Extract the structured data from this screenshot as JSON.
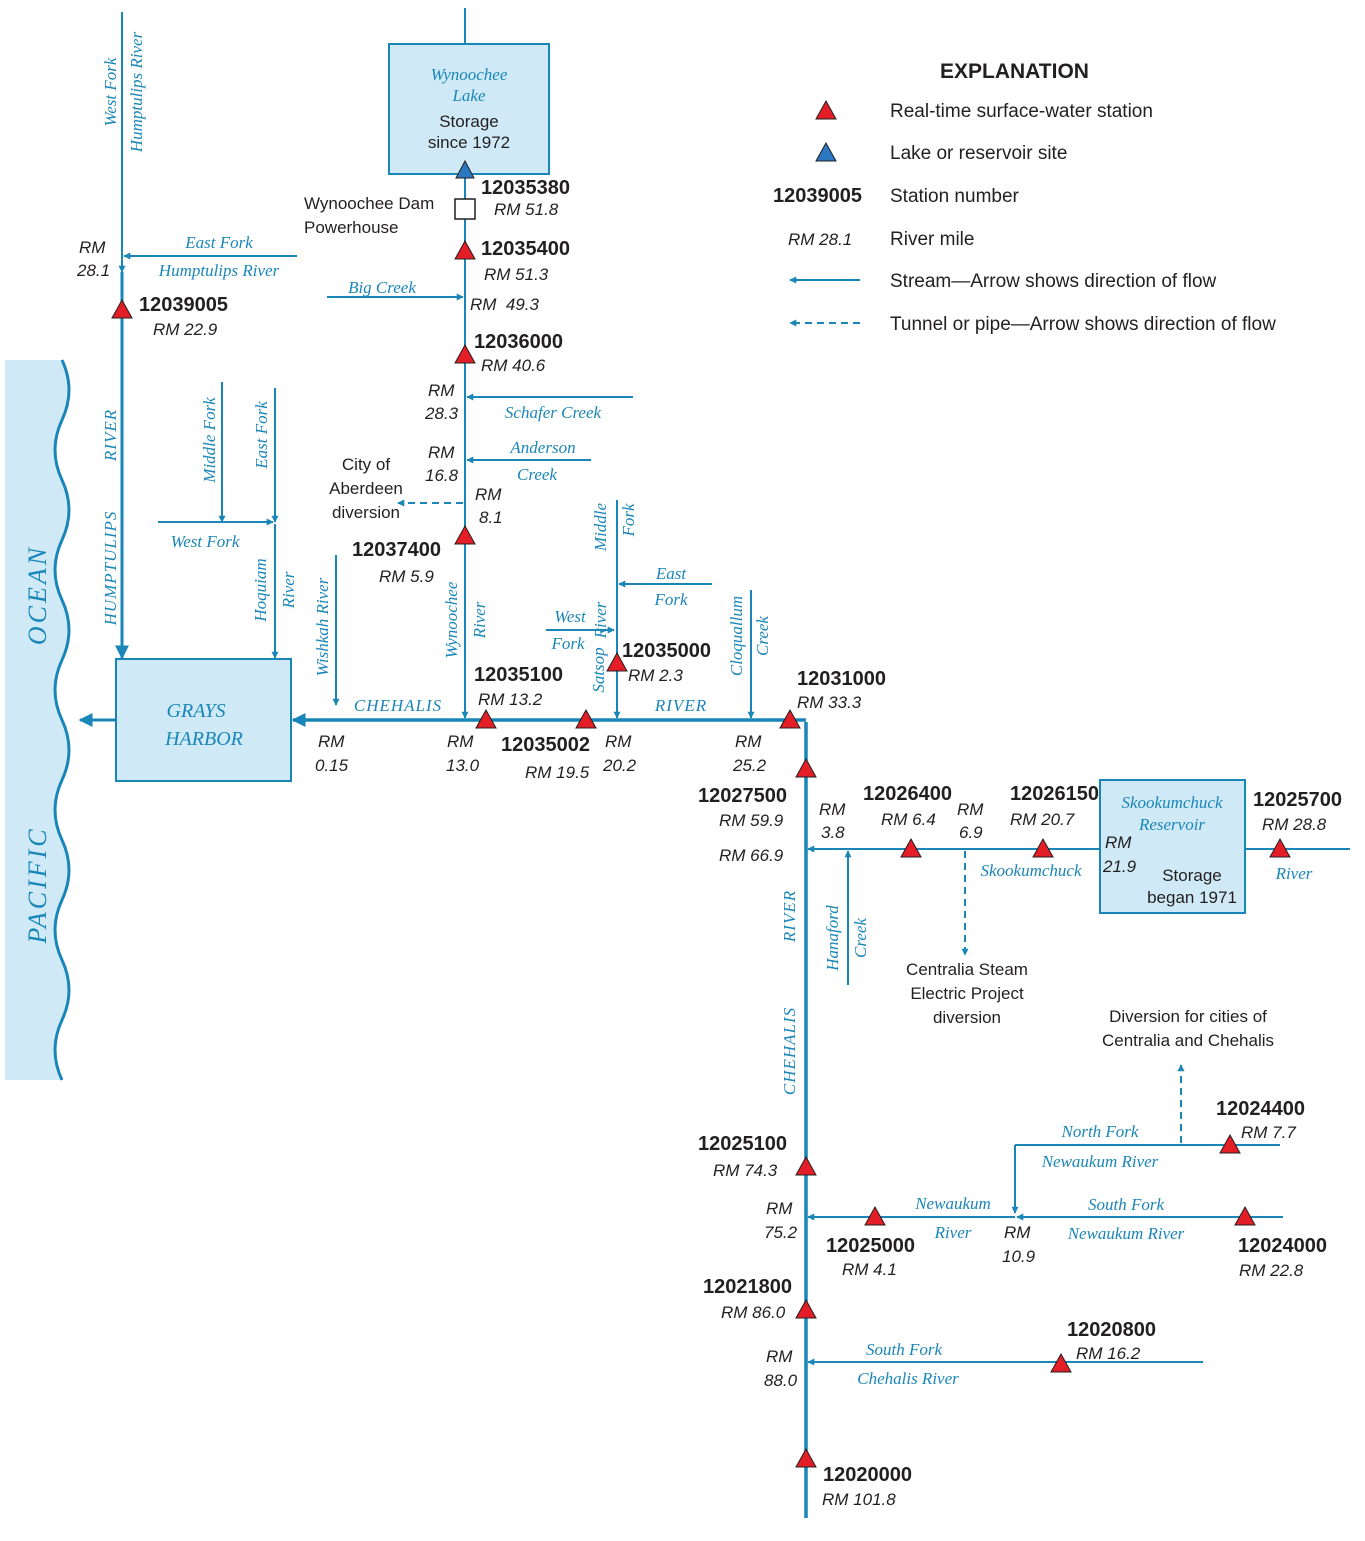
{
  "colors": {
    "water": "#1a86b8",
    "fill": "#cfeaf6",
    "station": "#e31e26",
    "lake_site": "#2b77c0",
    "text": "#231f20"
  },
  "legend": {
    "title": "EXPLANATION",
    "realtime": "Real-time surface-water station",
    "lake": "Lake or reservoir site",
    "station_example": "12039005",
    "station_number": "Station number",
    "rm_example": "RM 28.1",
    "river_mile": "River mile",
    "stream": "Stream—Arrow shows direction of flow",
    "tunnel": "Tunnel or pipe—Arrow shows direction of flow"
  },
  "water_bodies": {
    "pacific": "PACIFIC",
    "ocean": "OCEAN",
    "grays_1": "GRAYS",
    "grays_2": "HARBOR",
    "wyn_lake_1": "Wynoochee",
    "wyn_lake_2": "Lake",
    "wyn_storage_1": "Storage",
    "wyn_storage_2": "since 1972",
    "skoo_res_1": "Skookumchuck",
    "skoo_res_2": "Reservoir",
    "skoo_storage_1": "Storage",
    "skoo_storage_2": "began 1971"
  },
  "facilities": {
    "dam_1": "Wynoochee Dam",
    "dam_2": "Powerhouse",
    "aberdeen_1": "City of",
    "aberdeen_2": "Aberdeen",
    "aberdeen_3": "diversion",
    "centralia_1": "Centralia Steam",
    "centralia_2": "Electric Project",
    "centralia_3": "diversion",
    "cities_1": "Diversion for cities of",
    "cities_2": "Centralia and Chehalis"
  },
  "rivers": {
    "wf_hump_1": "West Fork",
    "wf_hump_2": "Humptulips River",
    "ef_hump_1": "East Fork",
    "ef_hump_2": "Humptulips River",
    "humptulips": "HUMPTULIPS",
    "hump_river": "RIVER",
    "middle_fork": "Middle Fork",
    "east_fork": "East Fork",
    "west_fork": "West Fork",
    "hoquiam": "Hoquiam",
    "hoquiam_river": "River",
    "wishkah": "Wishkah River",
    "chehalis": "CHEHALIS",
    "chehalis_river": "RIVER",
    "big_creek": "Big Creek",
    "schafer": "Schafer Creek",
    "anderson_1": "Anderson",
    "anderson_2": "Creek",
    "wynoochee": "Wynoochee",
    "wynoochee_river": "River",
    "satsop_middle_1": "Middle",
    "satsop_middle_2": "Fork",
    "satsop_river": "River",
    "satsop": "Satsop",
    "satsop_east_1": "East",
    "satsop_east_2": "Fork",
    "satsop_west_1": "West",
    "satsop_west_2": "Fork",
    "cloquallum_1": "Cloquallum",
    "cloquallum_2": "Creek",
    "chehalis_upper_1": "RIVER",
    "chehalis_upper_2": "CHEHALIS",
    "hanaford_1": "Hanaford",
    "hanaford_2": "Creek",
    "skookumchuck": "Skookumchuck",
    "skoo_river": "River",
    "nf_new_1": "North Fork",
    "nf_new_2": "Newaukum River",
    "newaukum_1": "Newaukum",
    "newaukum_2": "River",
    "sf_new_1": "South Fork",
    "sf_new_2": "Newaukum River",
    "sf_che_1": "South Fork",
    "sf_che_2": "Chehalis River"
  },
  "stations": {
    "s12039005": "12039005",
    "s12035380": "12035380",
    "s12035400": "12035400",
    "s12036000": "12036000",
    "s12037400": "12037400",
    "s12035100": "12035100",
    "s12035000": "12035000",
    "s12035002": "12035002",
    "s12031000": "12031000",
    "s12027500": "12027500",
    "s12026400": "12026400",
    "s12026150": "12026150",
    "s12025700": "12025700",
    "s12024400": "12024400",
    "s12025100": "12025100",
    "s12025000": "12025000",
    "s12024000": "12024000",
    "s12021800": "12021800",
    "s12020800": "12020800",
    "s12020000": "12020000"
  },
  "river_miles": {
    "rm_28_1_hump_a": "RM",
    "rm_28_1_hump_b": "28.1",
    "rm_22_9": "RM 22.9",
    "rm_51_8": "RM 51.8",
    "rm_51_3": "RM 51.3",
    "rm_49_3": "RM  49.3",
    "rm_40_6": "RM 40.6",
    "rm_28_3_a": "RM",
    "rm_28_3_b": "28.3",
    "rm_16_8_a": "RM",
    "rm_16_8_b": "16.8",
    "rm_8_1_a": "RM",
    "rm_8_1_b": "8.1",
    "rm_5_9": "RM 5.9",
    "rm_13_2": "RM 13.2",
    "rm_2_3": "RM 2.3",
    "rm_0_15_a": "RM",
    "rm_0_15_b": "0.15",
    "rm_13_0_a": "RM",
    "rm_13_0_b": "13.0",
    "rm_19_5": "RM 19.5",
    "rm_20_2_a": "RM",
    "rm_20_2_b": "20.2",
    "rm_25_2_a": "RM",
    "rm_25_2_b": "25.2",
    "rm_33_3": "RM 33.3",
    "rm_59_9": "RM 59.9",
    "rm_66_9": "RM 66.9",
    "rm_3_8_a": "RM",
    "rm_3_8_b": "3.8",
    "rm_6_4": "RM 6.4",
    "rm_6_9_a": "RM",
    "rm_6_9_b": "6.9",
    "rm_20_7": "RM 20.7",
    "rm_21_9_a": "RM",
    "rm_21_9_b": "21.9",
    "rm_28_8": "RM 28.8",
    "rm_7_7": "RM 7.7",
    "rm_74_3": "RM 74.3",
    "rm_75_2_a": "RM",
    "rm_75_2_b": "75.2",
    "rm_4_1": "RM 4.1",
    "rm_10_9_a": "RM",
    "rm_10_9_b": "10.9",
    "rm_22_8": "RM 22.8",
    "rm_86_0": "RM 86.0",
    "rm_16_2": "RM 16.2",
    "rm_88_0_a": "RM",
    "rm_88_0_b": "88.0",
    "rm_101_8": "RM 101.8"
  }
}
